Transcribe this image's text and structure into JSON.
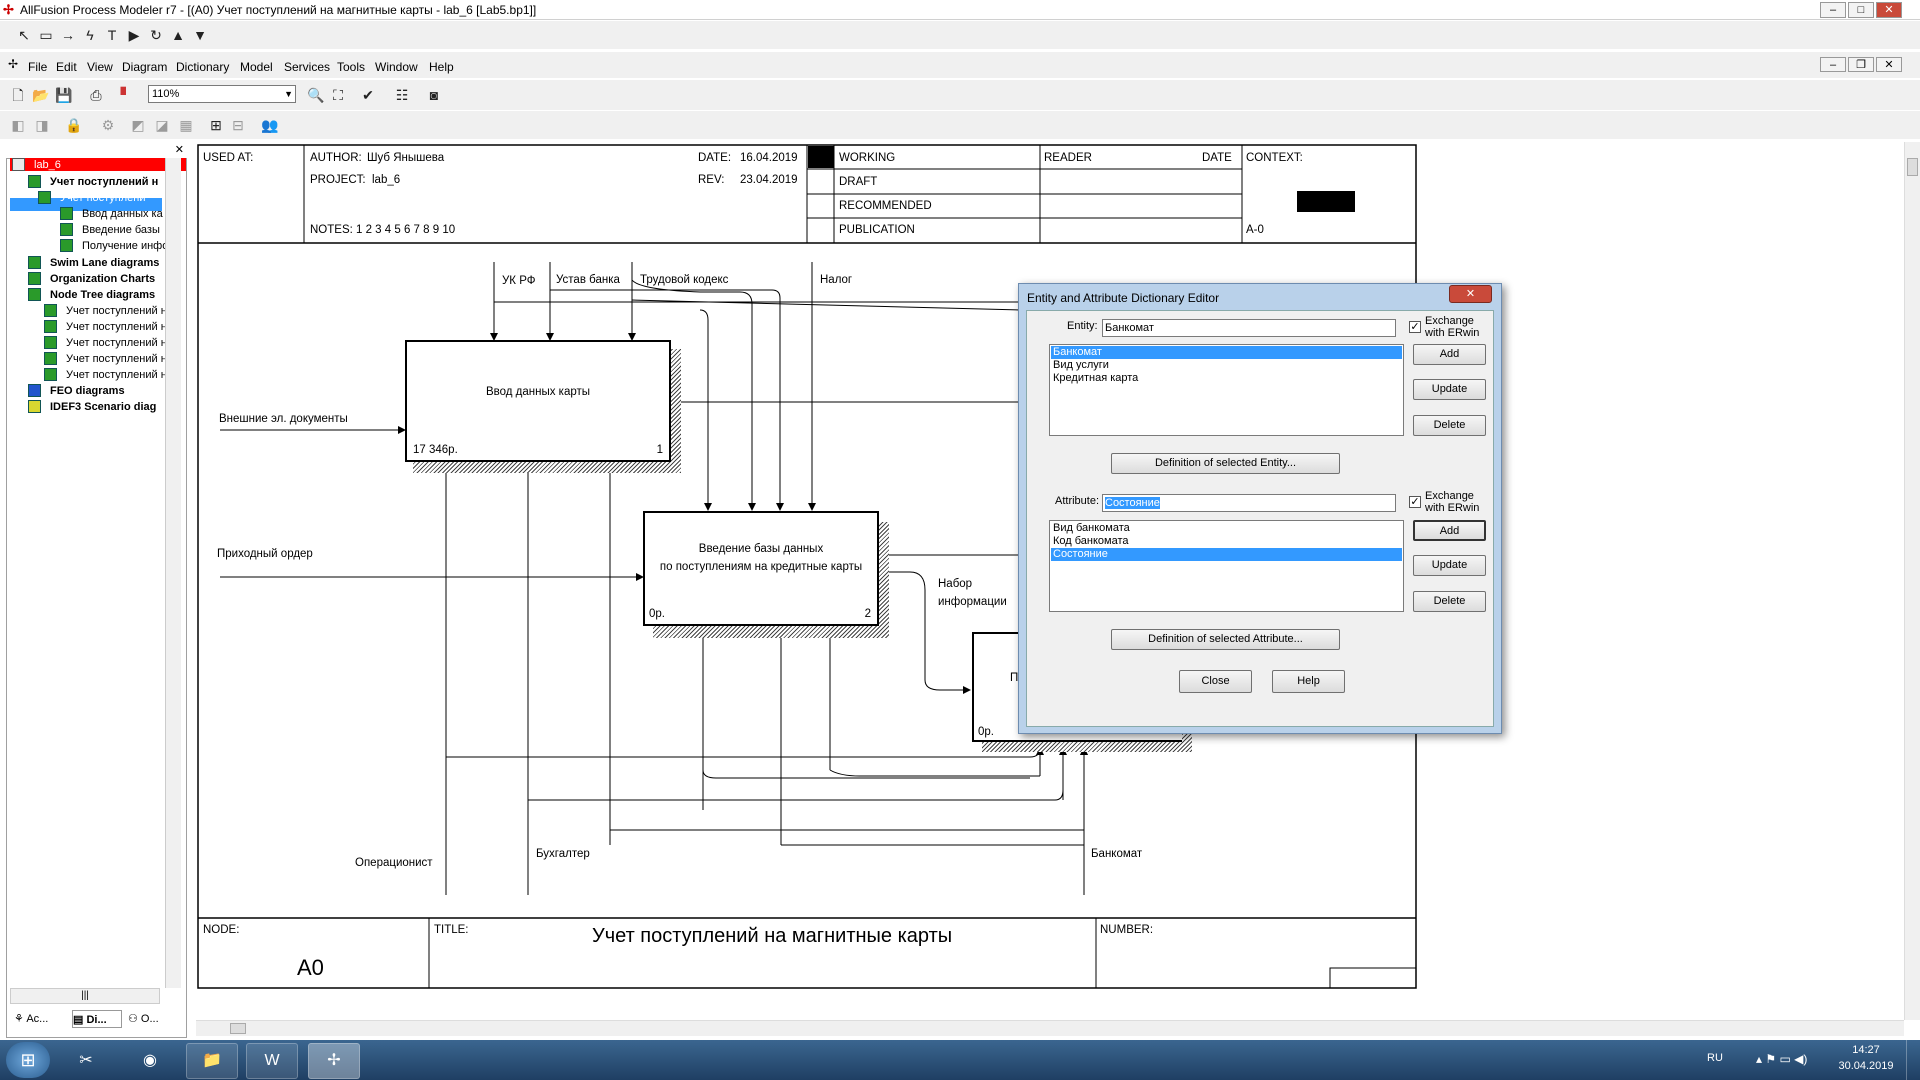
{
  "window": {
    "title": "AllFusion Process Modeler r7 - [(A0) Учет поступлений на магнитные карты - lab_6  [Lab5.bp1]]",
    "controls": [
      "–",
      "□",
      "✕"
    ]
  },
  "menu": [
    "File",
    "Edit",
    "View",
    "Diagram",
    "Dictionary",
    "Model",
    "Services",
    "Tools",
    "Window",
    "Help"
  ],
  "toolbar": {
    "zoom": "110%"
  },
  "tree": {
    "items": [
      {
        "label": "lab_6"
      },
      {
        "label": "Учет поступлений н"
      },
      {
        "label": "Учет поступлени"
      },
      {
        "label": "Ввод данных ка"
      },
      {
        "label": "Введение базы"
      },
      {
        "label": "Получение инфо"
      },
      {
        "label": "Swim Lane diagrams"
      },
      {
        "label": "Organization Charts"
      },
      {
        "label": "Node Tree diagrams"
      },
      {
        "label": "Учет поступлений н"
      },
      {
        "label": "Учет поступлений н"
      },
      {
        "label": "Учет поступлений н"
      },
      {
        "label": "Учет поступлений н"
      },
      {
        "label": "Учет поступлений н"
      },
      {
        "label": "FEO diagrams"
      },
      {
        "label": "IDEF3 Scenario diag"
      }
    ],
    "tabs": [
      "Ac...",
      "Di...",
      "O..."
    ]
  },
  "header": {
    "used_at": "USED AT:",
    "author_label": "AUTHOR:",
    "author": "Шуб Янышева",
    "project_label": "PROJECT:",
    "project": "lab_6",
    "date_label": "DATE:",
    "date": "16.04.2019",
    "rev_label": "REV:",
    "rev": "23.04.2019",
    "notes": "NOTES:  1  2  3  4  5  6  7  8  9  10",
    "working": "WORKING",
    "draft": "DRAFT",
    "recommended": "RECOMMENDED",
    "publication": "PUBLICATION",
    "reader": "READER",
    "date2": "DATE",
    "context": "CONTEXT:",
    "node_ref": "A-0"
  },
  "footer": {
    "node_label": "NODE:",
    "node": "A0",
    "title_label": "TITLE:",
    "title": "Учет поступлений на магнитные карты",
    "number_label": "NUMBER:"
  },
  "diagram": {
    "controls": [
      "УК РФ",
      "Устав банка",
      "Трудовой кодекс",
      "Налог"
    ],
    "inputs": [
      "Внешние эл. документы",
      "Приходный ордер"
    ],
    "mechanisms": [
      "Операционист",
      "Бухгалтер",
      "Банкомат"
    ],
    "output": "Набор информации",
    "box1": {
      "name": "Ввод данных карты",
      "cost": "17 346р.",
      "num": "1"
    },
    "box2": {
      "name_line1": "Введение базы данных",
      "name_line2": "по поступлениям на кредитные карты",
      "cost": "0р.",
      "num": "2"
    },
    "box3": {
      "name": "П",
      "cost": "0р."
    }
  },
  "dialog": {
    "title": "Entity and Attribute Dictionary Editor",
    "entity_label": "Entity:",
    "entity_value": "Банкомат",
    "exchange_label_1": "Exchange",
    "exchange_label_2": "with ERwin",
    "entities": [
      "Банкомат",
      "Вид услуги",
      "Кредитная карта"
    ],
    "add": "Add",
    "update": "Update",
    "delete": "Delete",
    "def_entity": "Definition of selected Entity...",
    "attribute_label": "Attribute:",
    "attribute_value": "Состояние",
    "attributes": [
      "Вид банкомата",
      "Код банкомата",
      "Состояние"
    ],
    "def_attribute": "Definition of selected Attribute...",
    "close": "Close",
    "help": "Help"
  },
  "taskbar": {
    "lang": "RU",
    "time": "14:27",
    "date": "30.04.2019"
  }
}
